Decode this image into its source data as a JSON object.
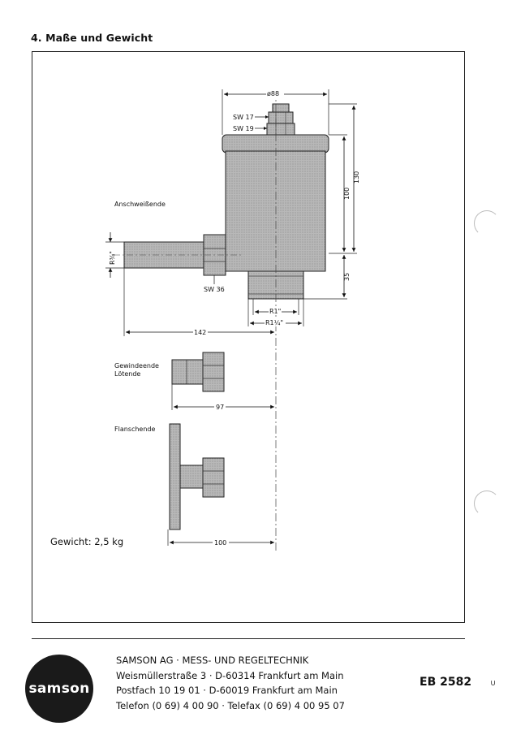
{
  "heading": "4. Maße und Gewicht",
  "drawing": {
    "dim_diameter": "ø88",
    "sw17": "SW 17",
    "sw19": "SW 19",
    "sw36": "SW 36",
    "dim_100_vertical": "100",
    "dim_130": "130",
    "dim_35": "35",
    "r1": "R1\"",
    "r1_quarter": "R1¼\"",
    "r3_quarter": "R¾\"",
    "anschweiss_label": "Anschweißende",
    "dim_142": "142",
    "gewinde_label_1": "Gewindeende",
    "gewinde_label_2": "Lötende",
    "dim_97": "97",
    "flansch_label": "Flanschende",
    "dim_100_horizontal": "100",
    "weight": "Gewicht: 2,5 kg"
  },
  "footer": {
    "logo_text": "samson",
    "company_line": "SAMSON AG  ·  MESS- UND REGELTECHNIK",
    "street_line": "Weismüllerstraße 3 · D-60314 Frankfurt am Main",
    "postbox_line": "Postfach 10 19 01  ·  D-60019 Frankfurt am Main",
    "phone_line": "Telefon (0 69) 4 00 90  ·  Telefax (0 69) 4 00 95 07",
    "doc_number": "EB 2582",
    "corner_mark": "∪"
  }
}
